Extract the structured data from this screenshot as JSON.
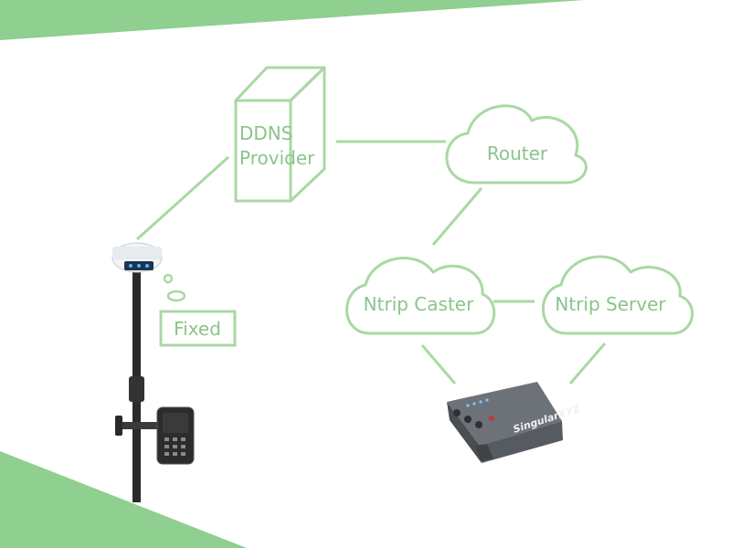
{
  "colors": {
    "accent": "#a9d8a3",
    "line": "#8bc48b",
    "band": "#8fcf8f"
  },
  "nodes": {
    "ddns_line1": "DDNS",
    "ddns_line2": "Provider",
    "router": "Router",
    "ntrip_caster": "Ntrip Caster",
    "ntrip_server": "Ntrip Server",
    "status": "Fixed"
  },
  "devices": {
    "rover_icon": "gnss-rover-pole-icon",
    "base_icon": "base-station-box-icon",
    "base_brand": "SingularXYZ"
  }
}
